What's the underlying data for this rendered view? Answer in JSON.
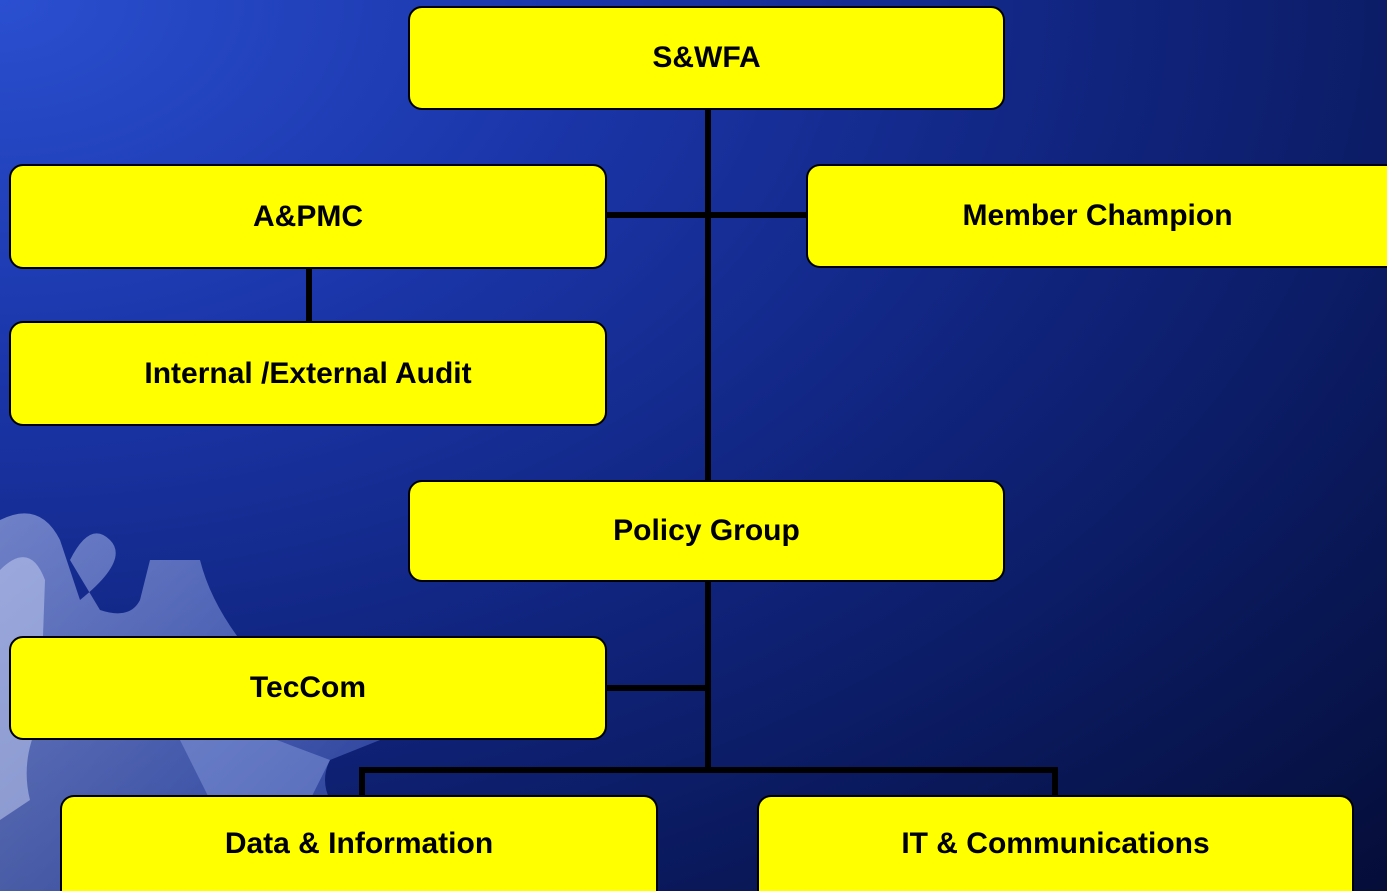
{
  "diagram": {
    "nodes": {
      "swfa": "S&WFA",
      "apmc": "A&PMC",
      "member_champion": "Member Champion",
      "audit": "Internal /External Audit",
      "policy_group": "Policy Group",
      "teccom": "TecCom",
      "data_info": "Data & Information",
      "it_comms": "IT & Communications"
    },
    "edges": [
      [
        "S&WFA",
        "A&PMC"
      ],
      [
        "S&WFA",
        "Member Champion"
      ],
      [
        "A&PMC",
        "Internal /External Audit"
      ],
      [
        "S&WFA",
        "Policy Group"
      ],
      [
        "Policy Group",
        "TecCom"
      ],
      [
        "Policy Group",
        "Data & Information"
      ],
      [
        "Policy Group",
        "IT & Communications"
      ]
    ]
  },
  "colors": {
    "node_fill": "#ffff00",
    "node_border": "#000000",
    "connector": "#000000",
    "background": "#0f2278"
  }
}
